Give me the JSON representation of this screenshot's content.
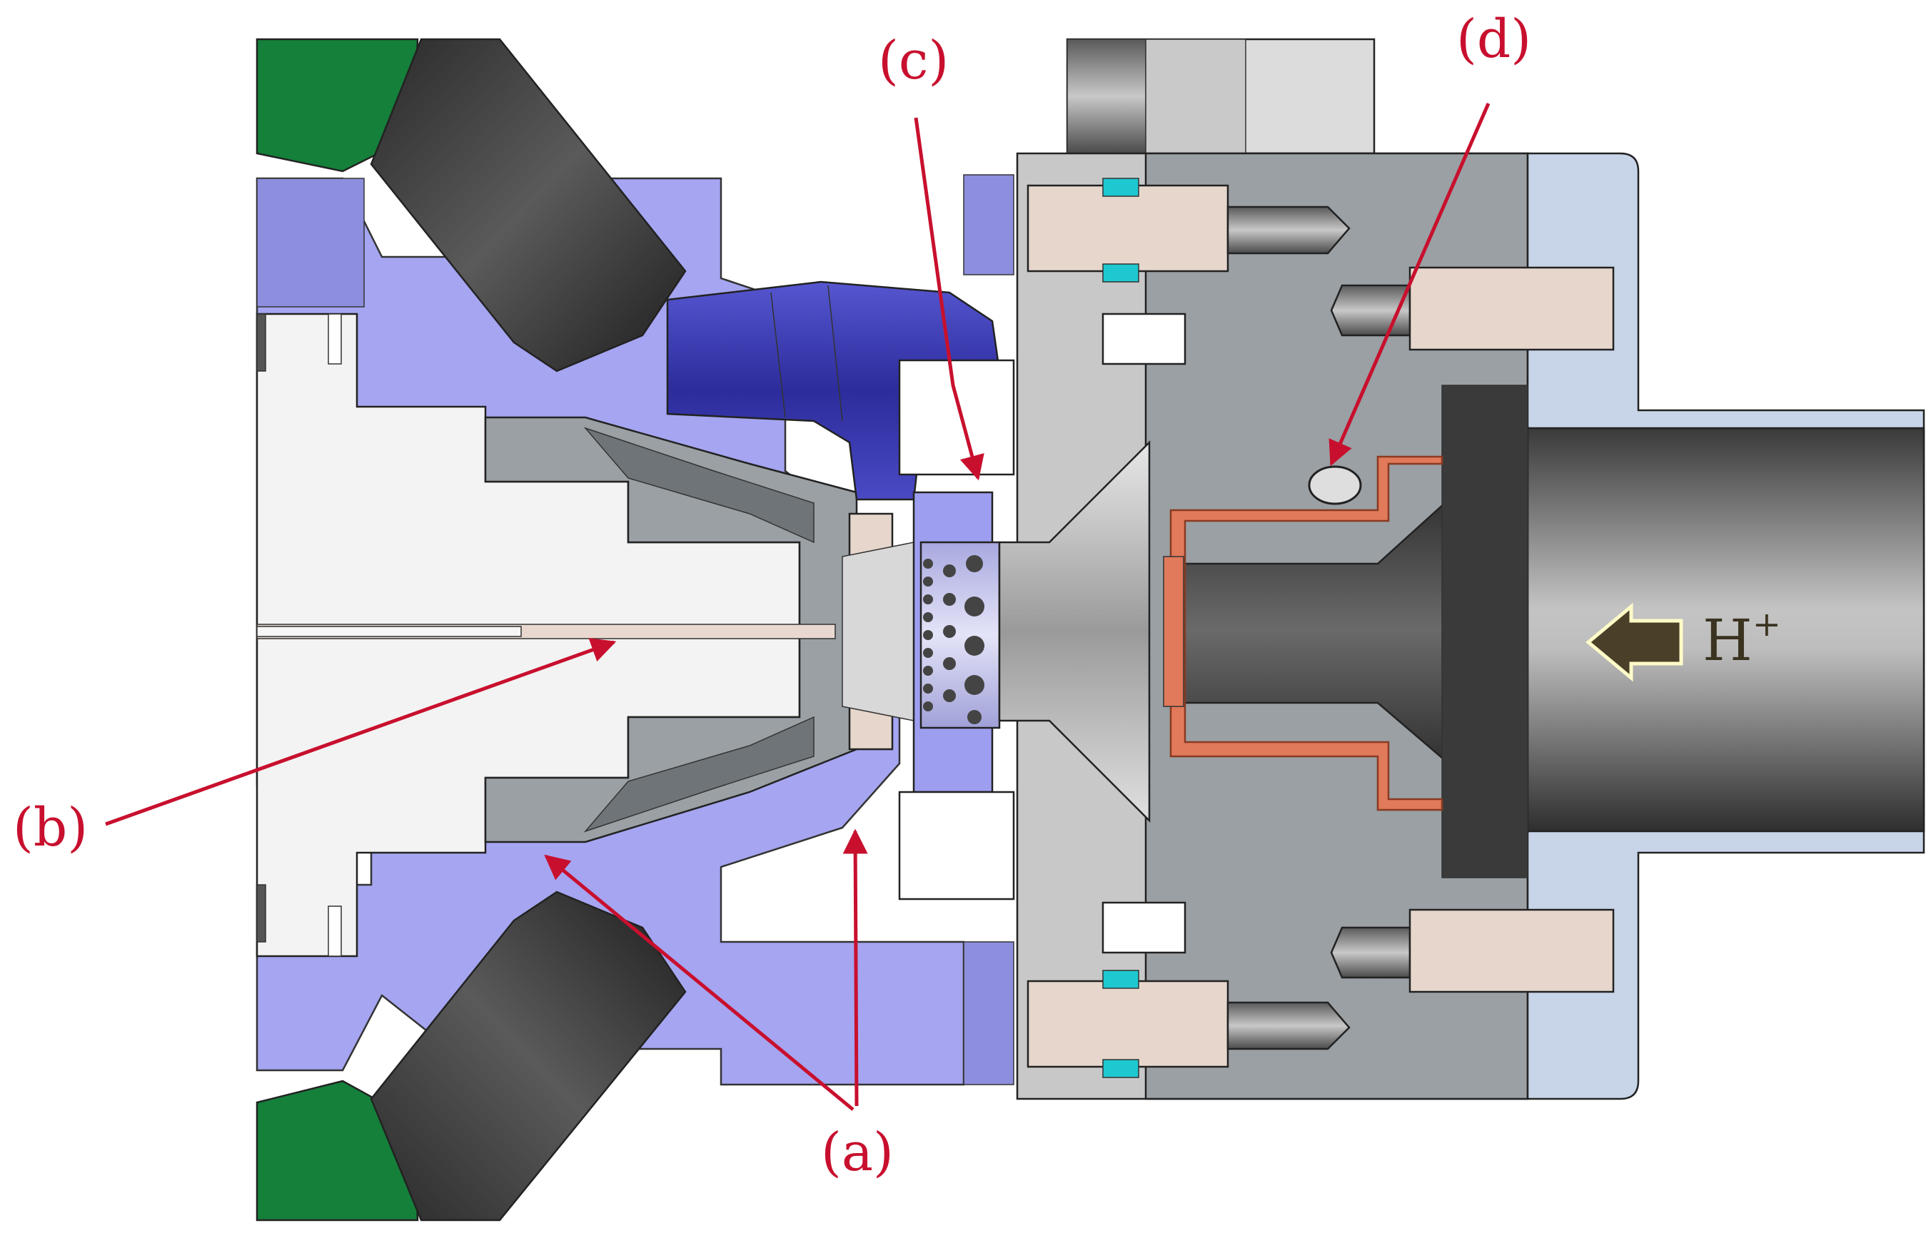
{
  "labels": {
    "a": "(a)",
    "b": "(b)",
    "c": "(c)",
    "d": "(d)"
  },
  "flow_label": {
    "text": "H",
    "superscript": "+"
  },
  "colors": {
    "label_red": "#c8102e",
    "housing_blue": "#9e9ef0",
    "dark_blue_part": "#3a3ab0",
    "hose_green": "#14803a",
    "hose_dark": "#3a3a3a",
    "body_grey": "#9aa0a4",
    "light_grey": "#dcdcdc",
    "copper": "#e07a5a",
    "pale_blue": "#c8d4e8",
    "arrow_brown": "#4a3f28"
  }
}
